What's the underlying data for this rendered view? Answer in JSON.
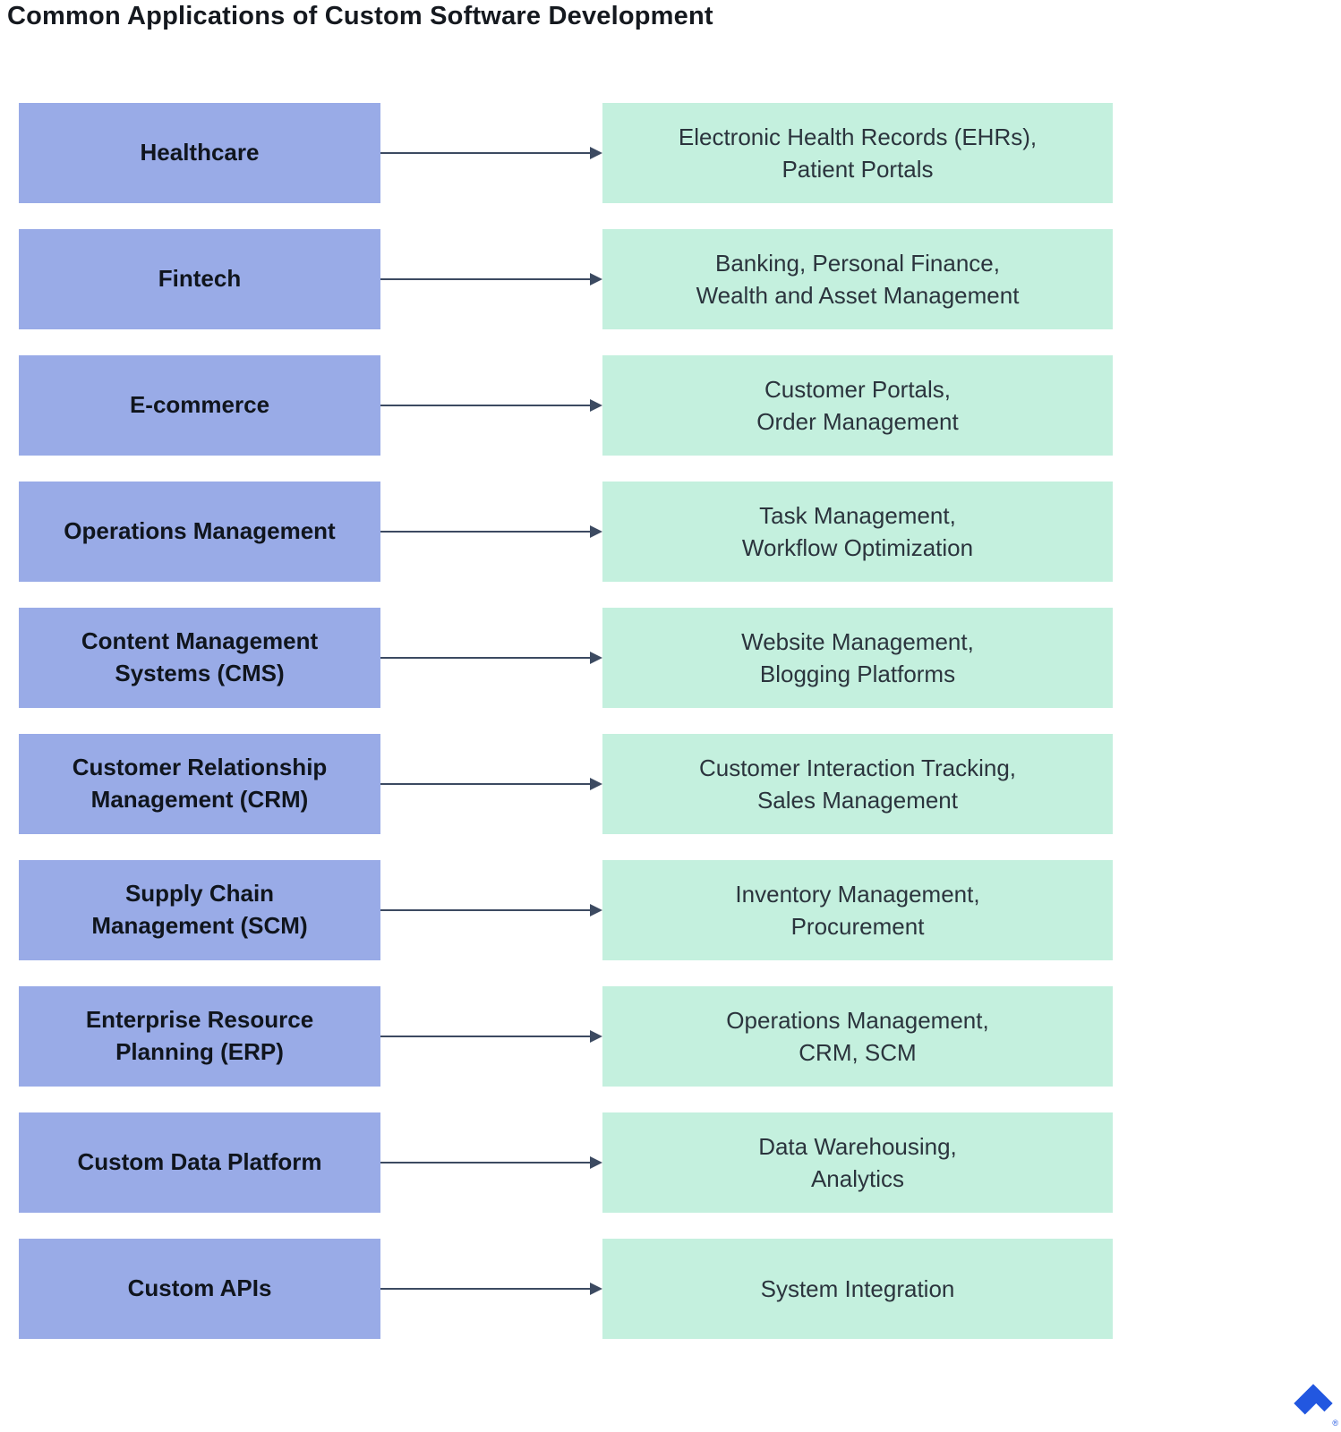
{
  "title": "Common Applications of Custom Software Development",
  "colors": {
    "category_bg": "#99ABE7",
    "result_bg": "#C4F0DE",
    "arrow": "#3C4A61",
    "title_text": "#15191F",
    "category_text": "#10151D",
    "result_text": "#2B343D",
    "logo_blue": "#2257E0"
  },
  "rows": [
    {
      "category": "Healthcare",
      "result": "Electronic Health Records (EHRs),\nPatient Portals"
    },
    {
      "category": "Fintech",
      "result": "Banking, Personal Finance,\nWealth and Asset Management"
    },
    {
      "category": "E-commerce",
      "result": "Customer Portals,\nOrder Management"
    },
    {
      "category": "Operations Management",
      "result": "Task Management,\nWorkflow Optimization"
    },
    {
      "category": "Content Management\nSystems (CMS)",
      "result": "Website Management,\nBlogging Platforms"
    },
    {
      "category": "Customer Relationship\nManagement (CRM)",
      "result": "Customer Interaction Tracking,\nSales Management"
    },
    {
      "category": "Supply Chain\nManagement (SCM)",
      "result": "Inventory Management,\nProcurement"
    },
    {
      "category": "Enterprise Resource\nPlanning (ERP)",
      "result": "Operations Management,\nCRM, SCM"
    },
    {
      "category": "Custom Data Platform",
      "result": "Data Warehousing,\nAnalytics"
    },
    {
      "category": "Custom APIs",
      "result": "System Integration"
    }
  ],
  "logo": {
    "registered_mark": "®"
  }
}
